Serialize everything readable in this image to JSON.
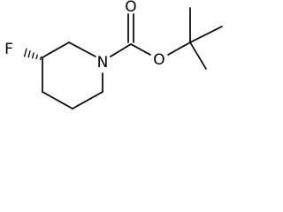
{
  "molecule": {
    "atoms": {
      "fluorine": "F",
      "nitrogen": "N",
      "carbonyl_oxygen": "O",
      "ester_oxygen": "O"
    }
  },
  "colors": {
    "bond": "#000000",
    "background": "#ffffff"
  }
}
